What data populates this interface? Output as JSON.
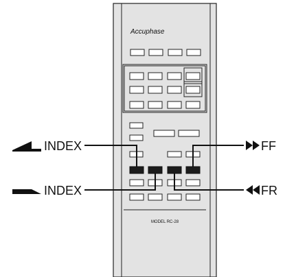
{
  "brand": "Accuphase",
  "model_label": "MODEL RC-28",
  "callouts": {
    "index_up": "INDEX",
    "index_down": "INDEX",
    "ff": "FF",
    "fr": "FR"
  },
  "colors": {
    "remote_body": "#e3e3e3",
    "outline": "#222222",
    "button_fill": "#ffffff",
    "dark_button": "#1c1c1c",
    "leader_line": "#111111"
  },
  "icons": {
    "index_up": "ramp-up-icon",
    "index_down": "ramp-down-icon",
    "ff": "double-triangle-right-icon",
    "fr": "double-triangle-left-icon"
  }
}
